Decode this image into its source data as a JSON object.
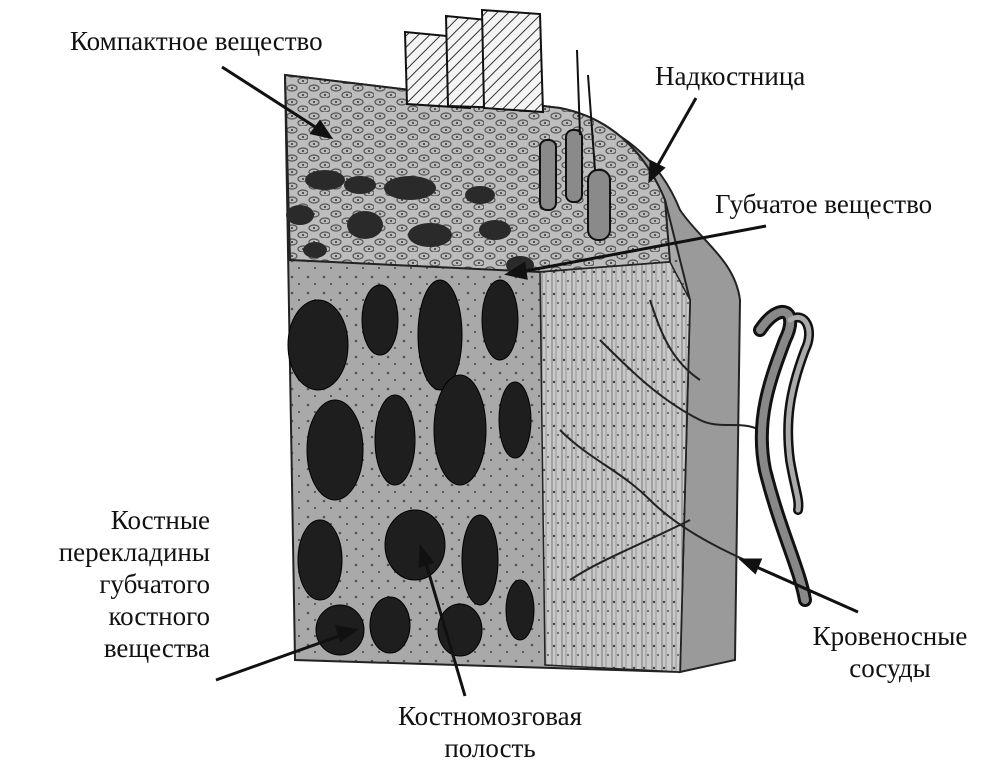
{
  "labels": {
    "compact": "Компактное вещество",
    "periosteum": "Надкостница",
    "spongy": "Губчатое вещество",
    "trabeculae": [
      "Костные",
      "перекладины",
      "губчатого",
      "костного",
      "вещества"
    ],
    "marrow": [
      "Костномозговая",
      "полость"
    ],
    "vessels": [
      "Кровеносные",
      "сосуды"
    ]
  }
}
